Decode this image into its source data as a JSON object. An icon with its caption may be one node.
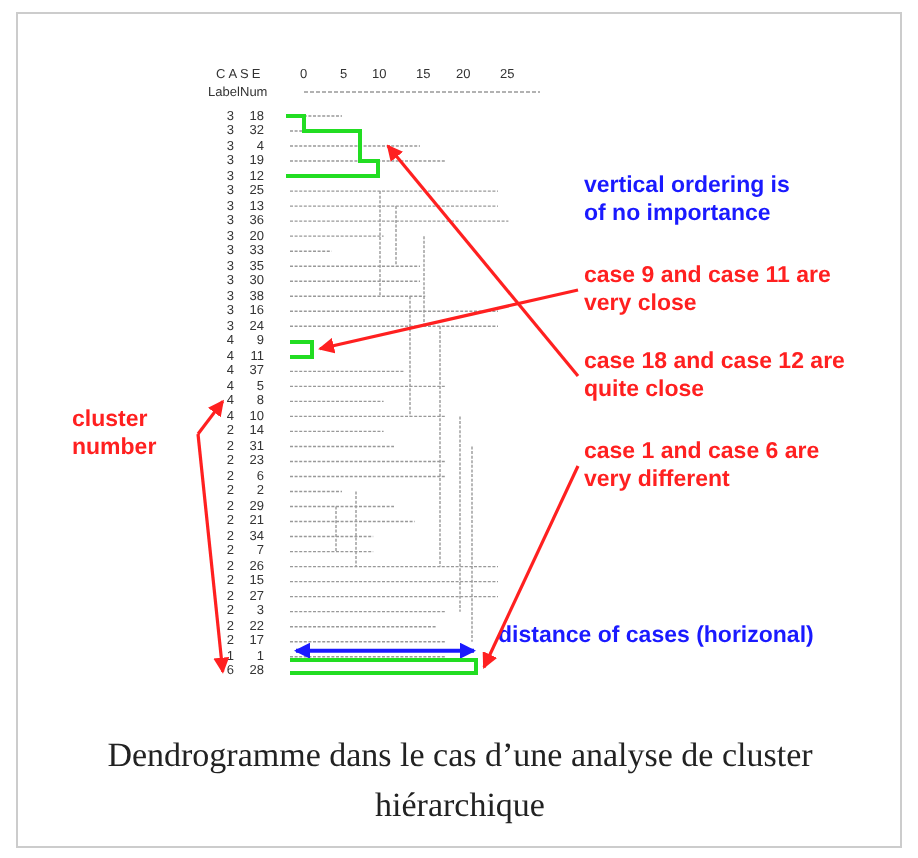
{
  "diagram": {
    "caption": "Dendrogramme dans le cas d’une analyse de cluster hiérarchique",
    "nodes": [
      {
        "text": [],
        "shape": "bracket"
      },
      {
        "text": [],
        "shape": "bracket"
      },
      {
        "text": [],
        "shape": "bracket"
      },
      {
        "text": [
          "case 9 and case 11 are very close"
        ]
      },
      {
        "text": [
          "case 18 and case 12 are quite close"
        ]
      },
      {
        "text": [
          "cluster number"
        ]
      },
      {
        "text": [
          "case 1 and case 6 are very different"
        ]
      },
      {
        "text": [
          "4"
        ]
      },
      {
        "text": [
          "6"
        ]
      }
    ],
    "edges": [
      {
        "from": 3,
        "to": 1,
        "arrow": "to"
      },
      {
        "from": 4,
        "to": 0,
        "arrow": "to"
      },
      {
        "from": 5,
        "to": 7,
        "arrow": "to"
      },
      {
        "from": 5,
        "to": 8,
        "arrow": "to"
      },
      {
        "from": 6,
        "to": 2,
        "arrow": "to"
      }
    ],
    "labels": [
      "CASE",
      "Label",
      "Num",
      "0",
      "5",
      "10",
      "15",
      "20",
      "25",
      "3",
      "18",
      "3",
      "32",
      "3",
      "4",
      "3",
      "19",
      "3",
      "12",
      "3",
      "25",
      "3",
      "13",
      "3",
      "36",
      "3",
      "20",
      "3",
      "33",
      "3",
      "35",
      "3",
      "30",
      "3",
      "38",
      "3",
      "16",
      "3",
      "24",
      "4",
      "9",
      "4",
      "11",
      "4",
      "37",
      "4",
      "5",
      "8",
      "4",
      "10",
      "2",
      "14",
      "2",
      "31",
      "2",
      "23",
      "2",
      "6",
      "2",
      "2",
      "2",
      "29",
      "2",
      "21",
      "2",
      "34",
      "2",
      "7",
      "2",
      "26",
      "2",
      "15",
      "2",
      "27",
      "2",
      "3",
      "2",
      "22",
      "2",
      "17",
      "1",
      "1",
      "28",
      "vertical ordering is of no importance",
      "distance of cases (horizonal)"
    ]
  }
}
